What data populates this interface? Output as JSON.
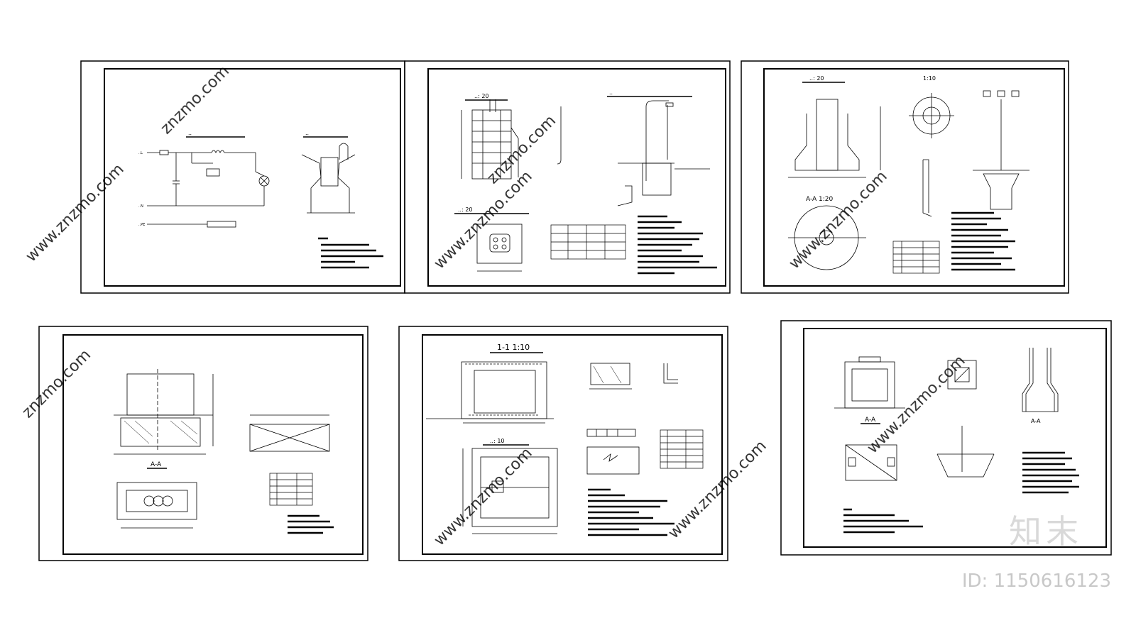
{
  "sheets": [
    {
      "id": "s1",
      "titles": [
        {
          "text": "..",
          "size": 8
        },
        {
          "text": "..",
          "size": 8
        }
      ]
    },
    {
      "id": "s2",
      "titles": [
        {
          "text": "..: 20",
          "size": 8
        },
        {
          "text": "..: 20",
          "size": 8
        },
        {
          "text": "..",
          "size": 8
        }
      ]
    },
    {
      "id": "s3",
      "titles": [
        {
          "text": "..: 20",
          "size": 8
        },
        {
          "text": "1:10",
          "size": 8
        },
        {
          "text": "A-A 1:20",
          "size": 9
        }
      ]
    },
    {
      "id": "s4",
      "titles": [
        {
          "text": "A-A",
          "size": 9
        }
      ]
    },
    {
      "id": "s5",
      "titles": [
        {
          "text": "1-1 1:10",
          "size": 11
        },
        {
          "text": "..: 10",
          "size": 8
        }
      ]
    },
    {
      "id": "s6",
      "titles": [
        {
          "text": "A-A",
          "size": 9
        },
        {
          "text": "A-A",
          "size": 8
        }
      ]
    }
  ],
  "watermarks": {
    "domain": "znzmo.com",
    "url": "www.znzmo.com",
    "brand": "知末",
    "id_label": "ID: 1150616123"
  },
  "colors": {
    "line": "#000000",
    "watermark": "#d0d0d0"
  }
}
